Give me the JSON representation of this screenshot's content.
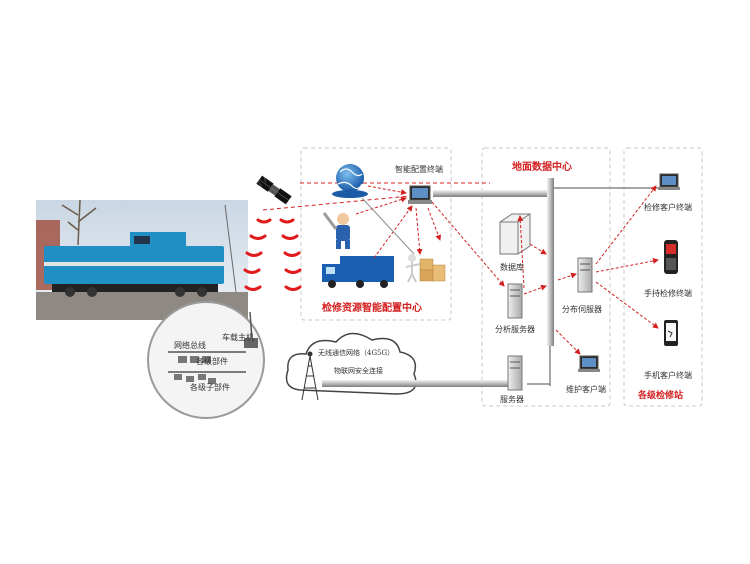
{
  "diagram": {
    "labels": {
      "smart_terminal": "智能配置终端",
      "center_title": "检修资源智能配置中心",
      "ground_center": "地面数据中心",
      "database": "数据库",
      "analysis_server": "分析服务器",
      "distribution_server": "分布伺服器",
      "server": "服务器",
      "maintenance_client": "维护客户端",
      "repair_client": "检修客户终端",
      "handheld_terminal": "手持检修终端",
      "phone_client": "手机客户终端",
      "stations": "各级检修站",
      "wireless_net": "无线通信网络（4G5G）",
      "iot_link": "物联网安全连接",
      "network_bus": "网络总线",
      "vehicle_host": "车载主机",
      "unit_parts": "各级部件",
      "sub_parts": "各级子部件"
    },
    "colors": {
      "accent_red": "#d32121",
      "dashed_border": "#c8c8c8",
      "locomotive_blue": "#1f8fc4",
      "bus_gray": "#9a9a9a"
    }
  }
}
